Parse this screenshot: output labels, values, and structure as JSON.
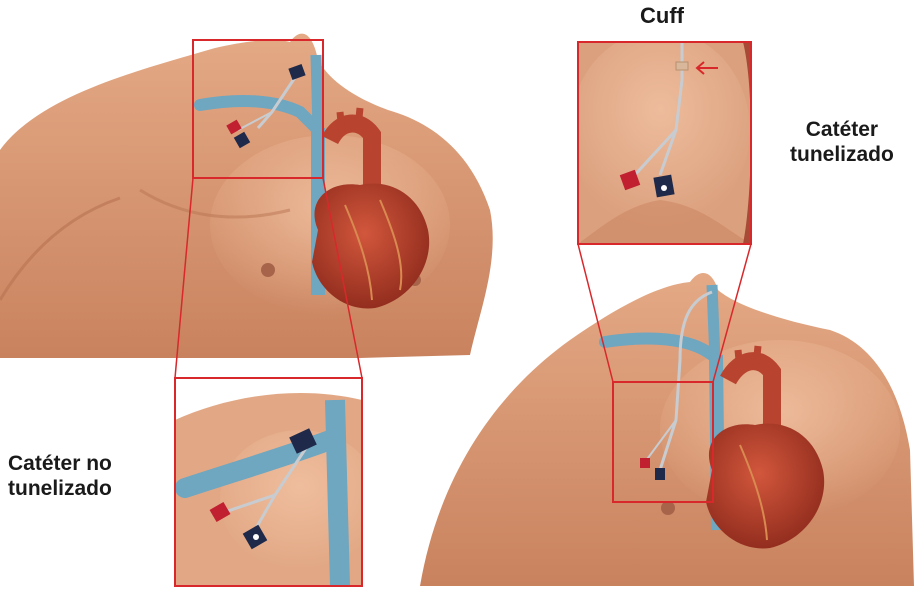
{
  "labels": {
    "cuff": "Cuff",
    "tunneled_line1": "Catéter",
    "tunneled_line2": "tunelizado",
    "non_tunneled_line1": "Catéter no",
    "non_tunneled_line2": "tunelizado"
  },
  "colors": {
    "highlight_box": "#d8282b",
    "skin": "#d99a78",
    "vein": "#6fa6c0",
    "heart": "#b8432f",
    "catheter_red_hub": "#c02030",
    "catheter_navy_hub": "#1f2a4a",
    "cuff_arrow": "#d8282b"
  },
  "icons": [
    "right-arrow-icon"
  ]
}
